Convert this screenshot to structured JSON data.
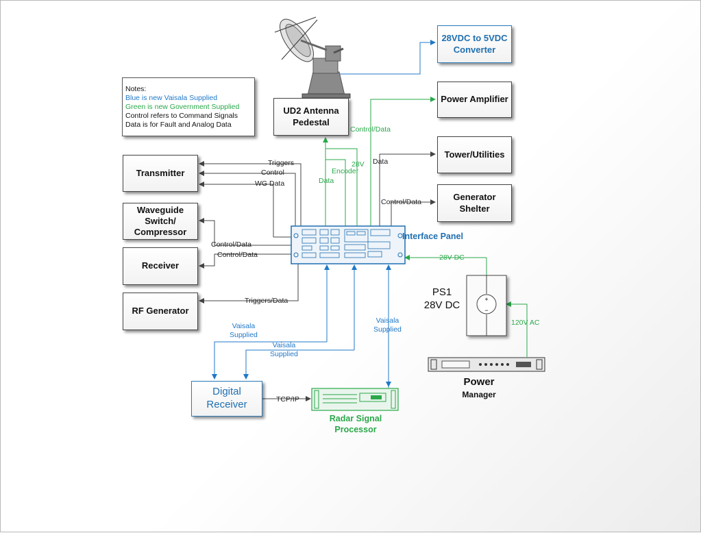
{
  "notes": {
    "title": "Notes:",
    "blue_line": "Blue is new Vaisala Supplied",
    "green_line": "Green is new Government Supplied",
    "control_line": "Control refers to Command Signals",
    "data_line": "Data is for Fault and Analog Data"
  },
  "boxes": {
    "converter": "28VDC to 5VDC\nConverter",
    "power_amplifier": "Power Amplifier",
    "antenna_pedestal": "UD2 Antenna\nPedestal",
    "tower_utilities": "Tower/Utilities",
    "generator_shelter": "Generator\nShelter",
    "transmitter": "Transmitter",
    "waveguide": "Waveguide\nSwitch/\nCompressor",
    "receiver": "Receiver",
    "rf_generator": "RF Generator",
    "digital_receiver": "Digital\nReceiver"
  },
  "labels": {
    "interface_panel": "Interface Panel",
    "ps1": "PS1",
    "ps1_voltage": "28V DC",
    "power": "Power",
    "manager": "Manager",
    "rsp": "Radar Signal\nProcessor",
    "triggers": "Triggers",
    "control": "Control",
    "wg_data": "WG Data",
    "control_data_wg": "Control/Data",
    "control_data_rx": "Control/Data",
    "triggers_data": "Triggers/Data",
    "control_data_pa": "Control/Data",
    "data_tower": "Data",
    "control_data_gen": "Control/Data",
    "data_ped": "Data",
    "encoder": "Encoder",
    "v28": "28V",
    "dc28": "28V DC",
    "ac120": "120V AC",
    "vaisala_supplied_1": "Vaisala\nSupplied",
    "vaisala_supplied_2": "Vaisala\nSupplied",
    "vaisala_supplied_3": "Vaisala\nSupplied",
    "tcp_ip": "TCP/IP"
  },
  "colors": {
    "blue": "#1f78c8",
    "green": "#2aa84a",
    "line": "#444444"
  },
  "icons": [
    "satellite-dish-icon",
    "rack-panel-icon",
    "dc-source-icon",
    "rack-unit-icon"
  ]
}
